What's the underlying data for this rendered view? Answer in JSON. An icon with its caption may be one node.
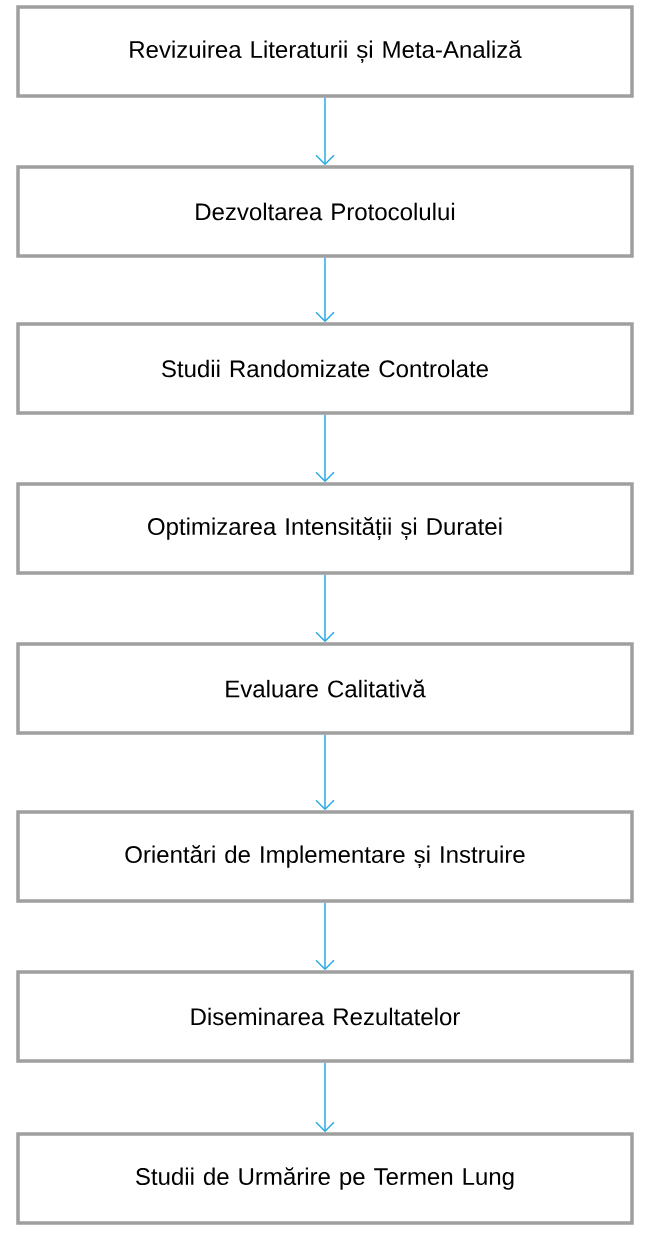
{
  "diagram": {
    "nodes": [
      {
        "text": [
          "Revizuirea Literaturii și Meta-Analiză"
        ]
      },
      {
        "text": [
          "Dezvoltarea Protocolului"
        ]
      },
      {
        "text": [
          "Studii Randomizate Controlate"
        ]
      },
      {
        "text": [
          "Optimizarea Intensității și Duratei"
        ]
      },
      {
        "text": [
          "Evaluare Calitativă"
        ]
      },
      {
        "text": [
          "Orientări de Implementare și Instruire"
        ]
      },
      {
        "text": [
          "Diseminarea Rezultatelor"
        ]
      },
      {
        "text": [
          "Studii de Urmărire pe Termen Lung"
        ]
      }
    ],
    "edges": [
      {
        "from": 0,
        "to": 1,
        "arrow": "to"
      },
      {
        "from": 1,
        "to": 2,
        "arrow": "to"
      },
      {
        "from": 2,
        "to": 3,
        "arrow": "to"
      },
      {
        "from": 3,
        "to": 4,
        "arrow": "to"
      },
      {
        "from": 4,
        "to": 5,
        "arrow": "to"
      },
      {
        "from": 5,
        "to": 6,
        "arrow": "to"
      },
      {
        "from": 6,
        "to": 7,
        "arrow": "to"
      }
    ]
  }
}
